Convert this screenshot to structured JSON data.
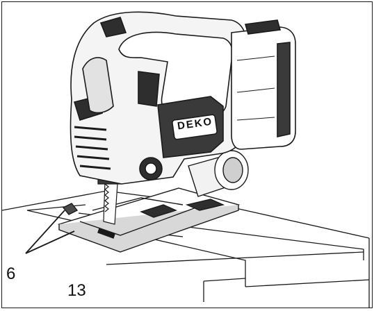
{
  "callouts": [
    {
      "id": "6",
      "label": "6"
    },
    {
      "id": "13",
      "label": "13"
    }
  ],
  "brand_text": "DEKO",
  "colors": {
    "line": "#1a1a1a",
    "shade": "#3a3a3a",
    "light": "#e8e8e8"
  }
}
